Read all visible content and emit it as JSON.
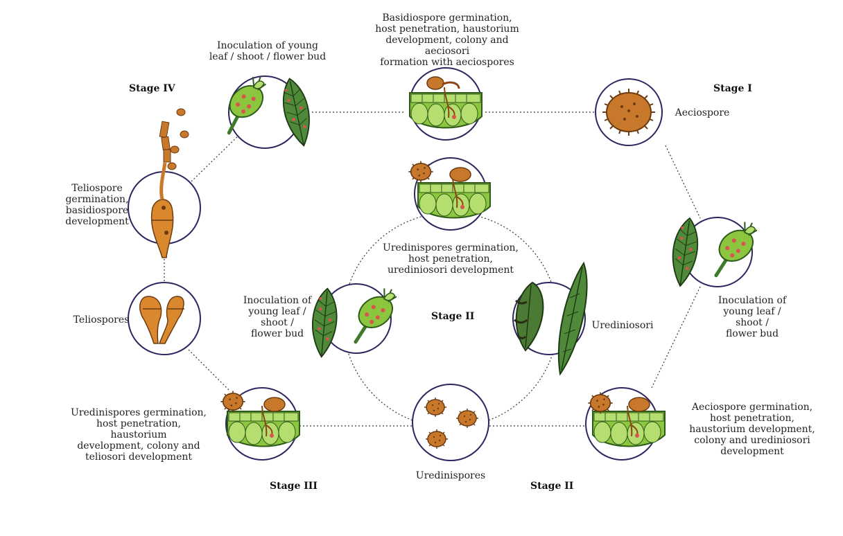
{
  "stages": {
    "stage_i": "Stage I",
    "stage_ii_center": "Stage II",
    "stage_ii_bottom": "Stage II",
    "stage_iii": "Stage III",
    "stage_iv": "Stage IV"
  },
  "labels": {
    "aeciospore": "Aeciospore",
    "basidiospore_germination": "Basidiospore germination,\nhost penetration, haustorium\ndevelopment, colony and aeciosori\nformation with aeciospores",
    "inoculation_top": "Inoculation of young\nleaf / shoot / flower bud",
    "inoculation_right": "Inoculation of\nyoung leaf /\nshoot /\nflower bud",
    "inoculation_center": "Inoculation of\nyoung leaf /\nshoot /\nflower bud",
    "teliospore_germination": "Teliospore\ngermination,\nbasidiospore\ndevelopment",
    "teliospores": "Teliospores",
    "urediniospores_germination_center": "Uredinispores germination,\nhost penetration,\nurediniosori development",
    "urediniosori": "Urediniosori",
    "urediniospores_germination_left": "Uredinispores germination,\nhost penetration, haustorium\ndevelopment, colony and\nteliosori development",
    "aeciospore_germination_right": "Aeciospore germination,\nhost penetration,\nhaustorium development,\ncolony and urediniosori\ndevelopment",
    "urediniospores": "Uredinispores"
  },
  "icons": {
    "leaf": "leaf-icon",
    "bud": "flower-bud-icon",
    "tissue": "leaf-tissue-icon",
    "spore": "spore-icon",
    "teliospore": "teliospore-icon",
    "basidium": "basidium-icon"
  },
  "colors": {
    "circle_stroke": "#2e2560",
    "tissue_green": "#8cc63f",
    "cell_green": "#b5dd6f",
    "leaf_green": "#4f8a3a",
    "spore_orange": "#c8782a",
    "infection_red": "#d9534f",
    "dotted_line": "#333333"
  }
}
